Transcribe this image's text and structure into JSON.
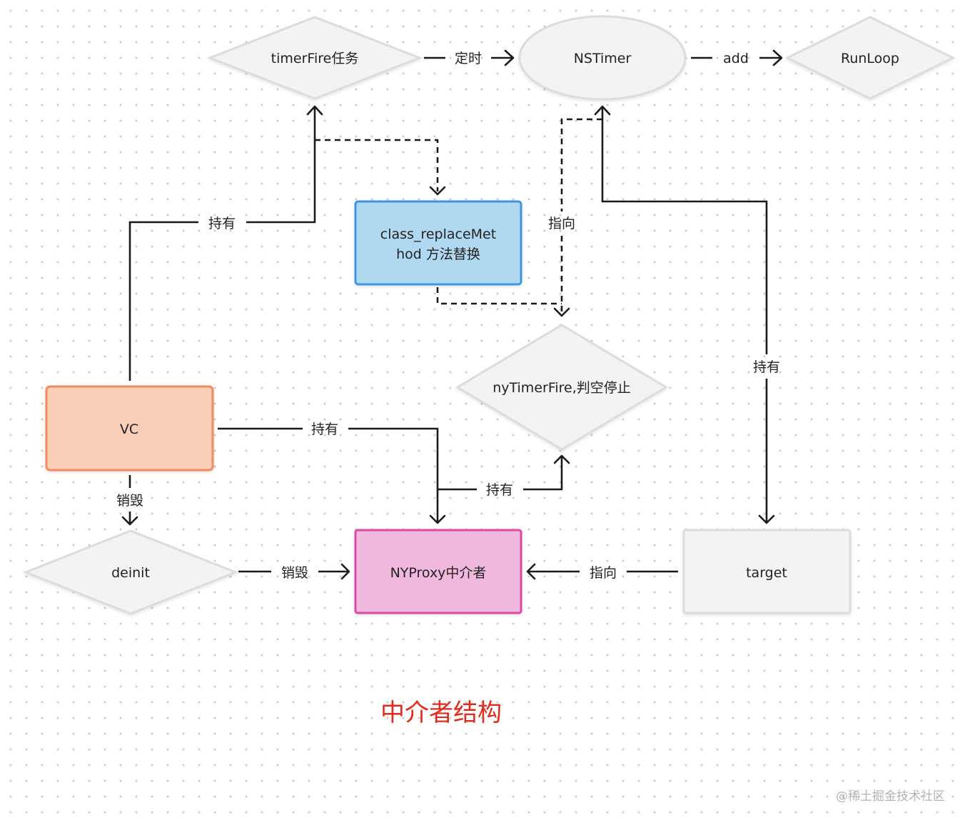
{
  "nodes": {
    "timerfire_task": "timerFire任务",
    "nstimer": "NSTimer",
    "runloop": "RunLoop",
    "class_replace_line1": "class_replaceMet",
    "class_replace_line2": "hod 方法替换",
    "nytimerfire": "nyTimerFire,判空停止",
    "vc": "VC",
    "deinit": "deinit",
    "nyproxy": "NYProxy中介者",
    "target": "target"
  },
  "edges": {
    "timer_fixed": "定时",
    "add": "add",
    "vc_hold_timerfire": "持有",
    "point_nstimer": "指向",
    "target_hold_nstimer": "持有",
    "vc_hold_proxy": "持有",
    "proxy_hold_nytimerfire": "持有",
    "vc_destroy": "销毁",
    "deinit_destroy": "销毁",
    "target_point_proxy": "指向"
  },
  "caption": "中介者结构",
  "watermark": "@稀土掘金技术社区",
  "colors": {
    "caption": "#e32a1f",
    "vc_fill": "#f9cfb7",
    "vc_stroke": "#f38a5e",
    "class_replace_fill": "#b0d8f1",
    "class_replace_stroke": "#3d96e0",
    "nyproxy_fill": "#efb8dc",
    "nyproxy_stroke": "#dd48a4",
    "neutral_fill": "#f3f3f3",
    "neutral_stroke": "#dcdcdc"
  }
}
